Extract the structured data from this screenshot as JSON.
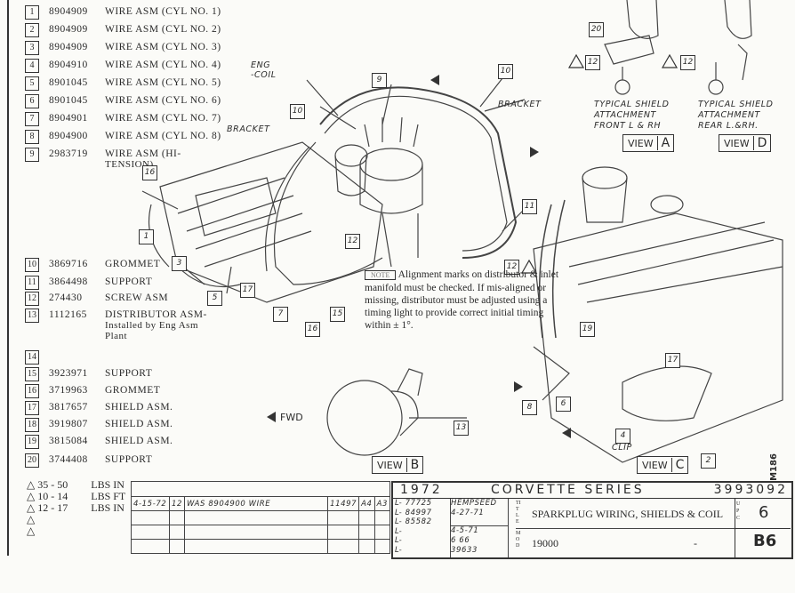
{
  "parts_upper": [
    {
      "no": "1",
      "part": "8904909",
      "desc": "WIRE ASM (CYL NO. 1)"
    },
    {
      "no": "2",
      "part": "8904909",
      "desc": "WIRE ASM (CYL NO. 2)"
    },
    {
      "no": "3",
      "part": "8904909",
      "desc": "WIRE ASM (CYL NO. 3)"
    },
    {
      "no": "4",
      "part": "8904910",
      "desc": "WIRE ASM (CYL NO. 4)"
    },
    {
      "no": "5",
      "part": "8901045",
      "desc": "WIRE ASM (CYL NO. 5)"
    },
    {
      "no": "6",
      "part": "8901045",
      "desc": "WIRE ASM (CYL NO. 6)"
    },
    {
      "no": "7",
      "part": "8904901",
      "desc": "WIRE ASM (CYL NO. 7)"
    },
    {
      "no": "8",
      "part": "8904900",
      "desc": "WIRE ASM (CYL NO. 8)"
    },
    {
      "no": "9",
      "part": "2983719",
      "desc": "WIRE ASM (HI-",
      "desc2": "TENSION)"
    }
  ],
  "parts_lower": [
    {
      "no": "10",
      "part": "3869716",
      "desc": "GROMMET"
    },
    {
      "no": "11",
      "part": "3864498",
      "desc": "SUPPORT"
    },
    {
      "no": "12",
      "part": "274430",
      "desc": "SCREW ASM"
    },
    {
      "no": "13",
      "part": "1112165",
      "desc": "DISTRIBUTOR ASM-",
      "desc2": "Installed by Eng Asm",
      "desc3": "Plant"
    },
    {
      "no": "14",
      "part": "",
      "desc": ""
    },
    {
      "no": "15",
      "part": "3923971",
      "desc": "SUPPORT"
    },
    {
      "no": "16",
      "part": "3719963",
      "desc": "GROMMET"
    },
    {
      "no": "17",
      "part": "3817657",
      "desc": "SHIELD ASM."
    },
    {
      "no": "18",
      "part": "3919807",
      "desc": "SHIELD ASM."
    },
    {
      "no": "19",
      "part": "3815084",
      "desc": "SHIELD ASM."
    },
    {
      "no": "20",
      "part": "3744408",
      "desc": "SUPPORT"
    }
  ],
  "torque": [
    {
      "sym": "1",
      "range": "35 - 50",
      "unit": "LBS IN"
    },
    {
      "sym": "2",
      "range": "10 - 14",
      "unit": "LBS FT"
    },
    {
      "sym": "3",
      "range": "12 - 17",
      "unit": "LBS IN"
    },
    {
      "sym": "4",
      "range": "",
      "unit": ""
    },
    {
      "sym": "5",
      "range": "",
      "unit": ""
    }
  ],
  "note": {
    "tag": "NOTE",
    "text": "Alignment marks on distributor & inlet manifold must be checked.  If mis-aligned or missing, distributor must be adjusted using a timing light to provide correct initial timing within ± 1°."
  },
  "labels": {
    "eng_coil_1": "ENG",
    "eng_coil_2": "-COIL",
    "bracket": "BRACKET",
    "bracket2": "BRACKET",
    "shield_front_1": "TYPICAL SHIELD",
    "shield_front_2": "ATTACHMENT",
    "shield_front_3": "FRONT L & RH",
    "shield_rear_1": "TYPICAL SHIELD",
    "shield_rear_2": "ATTACHMENT",
    "shield_rear_3": "REAR  L.&RH.",
    "fwd": "FWD",
    "clip": "CLIP",
    "code": "M186",
    "view": "VIEW",
    "views": [
      "A",
      "B",
      "C",
      "D"
    ]
  },
  "callouts": [
    "1",
    "2",
    "3",
    "4",
    "5",
    "6",
    "7",
    "8",
    "9",
    "10",
    "10",
    "11",
    "12",
    "12",
    "12",
    "12",
    "13",
    "15",
    "16",
    "16",
    "17",
    "17",
    "19",
    "20"
  ],
  "revision": {
    "date": "4-15-72",
    "zone": "12",
    "desc": "WAS 8904900 WIRE",
    "ref": "11497",
    "a": "A4",
    "b": "A3"
  },
  "title_block": {
    "year": "1972",
    "series": "CORVETTE SERIES",
    "drawing_no": "3993092",
    "l_numbers": [
      "L- 77725",
      "L- 84997",
      "L- 85582",
      "L-",
      "L-",
      "L-"
    ],
    "drawn": "HEMPSEED",
    "checked": "4-27-71",
    "prel": "4-5-71",
    "co": "6 66",
    "ecr": "39633",
    "title_label": "TITLE",
    "title": "SPARKPLUG WIRING, SHIELDS & COIL",
    "upc_label": "UPC",
    "upc": "6",
    "mod_label": "MOD",
    "model": "19000",
    "dash": "-",
    "sa": "B6"
  }
}
